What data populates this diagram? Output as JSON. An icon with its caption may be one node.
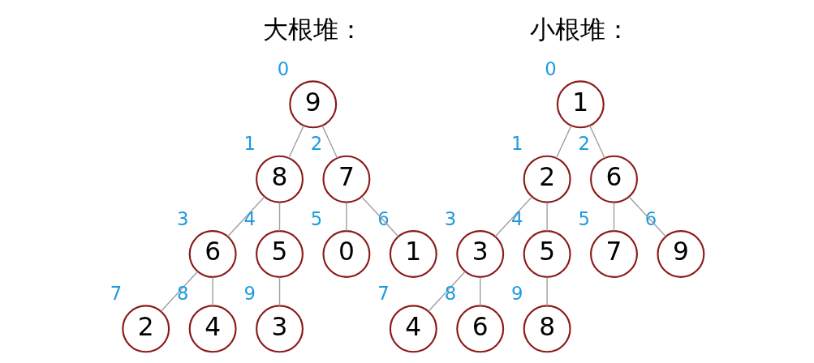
{
  "diagram": {
    "nodes": [
      {
        "text": [
          "9"
        ],
        "beside": [
          "0"
        ]
      },
      {
        "text": [
          "8"
        ],
        "beside": [
          "1"
        ]
      },
      {
        "text": [
          "7"
        ],
        "beside": [
          "2"
        ]
      },
      {
        "text": [
          "6"
        ],
        "beside": [
          "3"
        ]
      },
      {
        "text": [
          "5"
        ],
        "beside": [
          "4"
        ]
      },
      {
        "text": [
          "0"
        ],
        "beside": [
          "5"
        ]
      },
      {
        "text": [
          "1"
        ],
        "beside": [
          "6"
        ]
      },
      {
        "text": [
          "2"
        ],
        "beside": [
          "7"
        ]
      },
      {
        "text": [
          "4"
        ],
        "beside": [
          "8"
        ]
      },
      {
        "text": [
          "3"
        ],
        "beside": [
          "9"
        ]
      },
      {
        "text": [
          "1"
        ],
        "beside": [
          "0"
        ]
      },
      {
        "text": [
          "2"
        ],
        "beside": [
          "1"
        ]
      },
      {
        "text": [
          "6"
        ],
        "beside": [
          "2"
        ]
      },
      {
        "text": [
          "3"
        ],
        "beside": [
          "3"
        ]
      },
      {
        "text": [
          "5"
        ],
        "beside": [
          "4"
        ]
      },
      {
        "text": [
          "7"
        ],
        "beside": [
          "5"
        ]
      },
      {
        "text": [
          "9"
        ],
        "beside": [
          "6"
        ]
      },
      {
        "text": [
          "4"
        ],
        "beside": [
          "7"
        ]
      },
      {
        "text": [
          "6"
        ],
        "beside": [
          "8"
        ]
      },
      {
        "text": [
          "8"
        ],
        "beside": [
          "9"
        ]
      }
    ],
    "edges": [
      {
        "from": 0,
        "to": 1,
        "arrow": "none"
      },
      {
        "from": 0,
        "to": 2,
        "arrow": "none"
      },
      {
        "from": 1,
        "to": 3,
        "arrow": "none"
      },
      {
        "from": 1,
        "to": 4,
        "arrow": "none"
      },
      {
        "from": 2,
        "to": 5,
        "arrow": "none"
      },
      {
        "from": 2,
        "to": 6,
        "arrow": "none"
      },
      {
        "from": 3,
        "to": 7,
        "arrow": "none"
      },
      {
        "from": 3,
        "to": 8,
        "arrow": "none"
      },
      {
        "from": 4,
        "to": 9,
        "arrow": "none"
      },
      {
        "from": 10,
        "to": 11,
        "arrow": "none"
      },
      {
        "from": 10,
        "to": 12,
        "arrow": "none"
      },
      {
        "from": 11,
        "to": 13,
        "arrow": "none"
      },
      {
        "from": 11,
        "to": 14,
        "arrow": "none"
      },
      {
        "from": 12,
        "to": 15,
        "arrow": "none"
      },
      {
        "from": 12,
        "to": 16,
        "arrow": "none"
      },
      {
        "from": 13,
        "to": 17,
        "arrow": "none"
      },
      {
        "from": 13,
        "to": 18,
        "arrow": "none"
      },
      {
        "from": 14,
        "to": 19,
        "arrow": "none"
      }
    ],
    "labels": [
      "大根堆：",
      "小根堆："
    ]
  }
}
